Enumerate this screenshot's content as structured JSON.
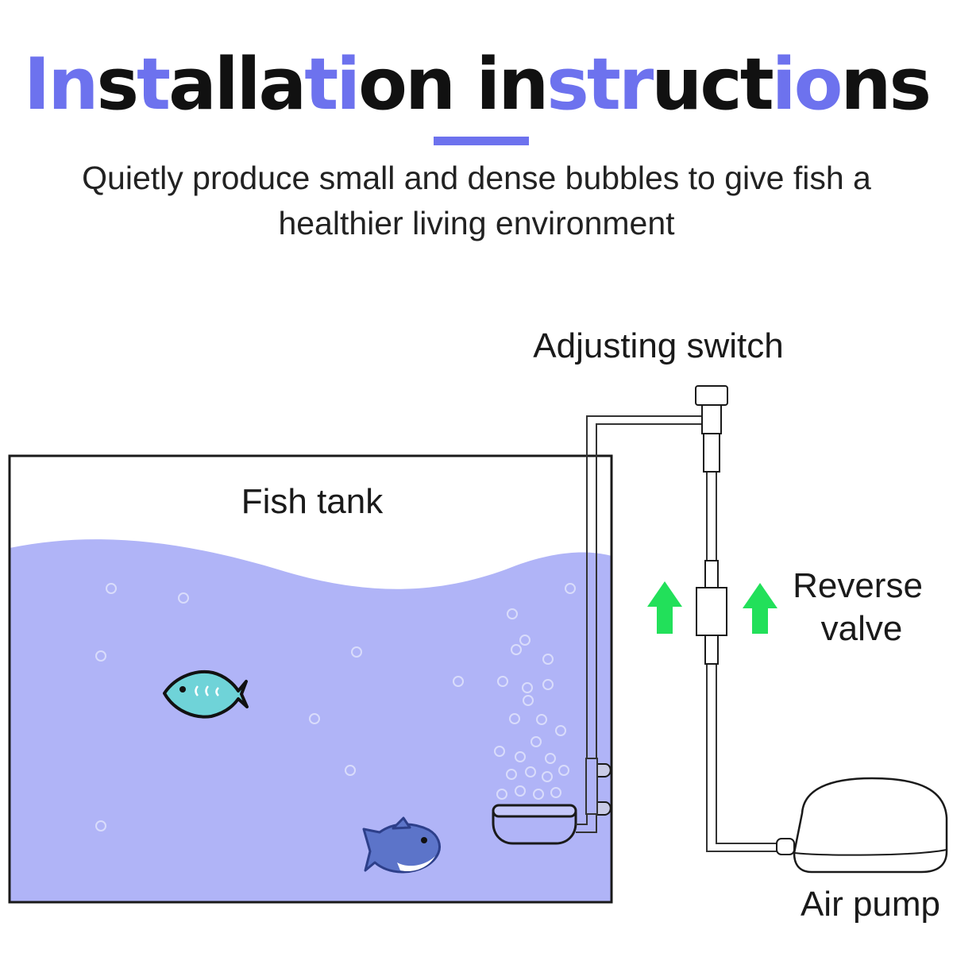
{
  "title": {
    "segments": [
      {
        "text": "In",
        "highlight": true
      },
      {
        "text": "s",
        "highlight": false
      },
      {
        "text": "t",
        "highlight": true
      },
      {
        "text": "alla",
        "highlight": false
      },
      {
        "text": "ti",
        "highlight": true
      },
      {
        "text": "on in",
        "highlight": false
      },
      {
        "text": "str",
        "highlight": true
      },
      {
        "text": "uct",
        "highlight": false
      },
      {
        "text": "io",
        "highlight": true
      },
      {
        "text": "ns",
        "highlight": false
      }
    ]
  },
  "subtitle": {
    "line1": "Quietly produce small and dense bubbles to give fish a",
    "line2": "healthier living environment"
  },
  "labels": {
    "adjusting_switch": "Adjusting switch",
    "fish_tank": "Fish tank",
    "reverse_valve_line1": "Reverse",
    "reverse_valve_line2": "valve",
    "air_pump": "Air pump"
  },
  "colors": {
    "accent": "#6d72ee",
    "water": "#b0b4f7",
    "arrow": "#22e05a",
    "fish1_body": "#6fd3d8",
    "fish2_body": "#5c74c9"
  },
  "icons": {
    "fish_1": "fish-icon",
    "fish_2": "fish-icon",
    "air_stone": "air-stone-icon",
    "air_pump": "air-pump-icon",
    "arrows": "arrow-up-icon"
  }
}
